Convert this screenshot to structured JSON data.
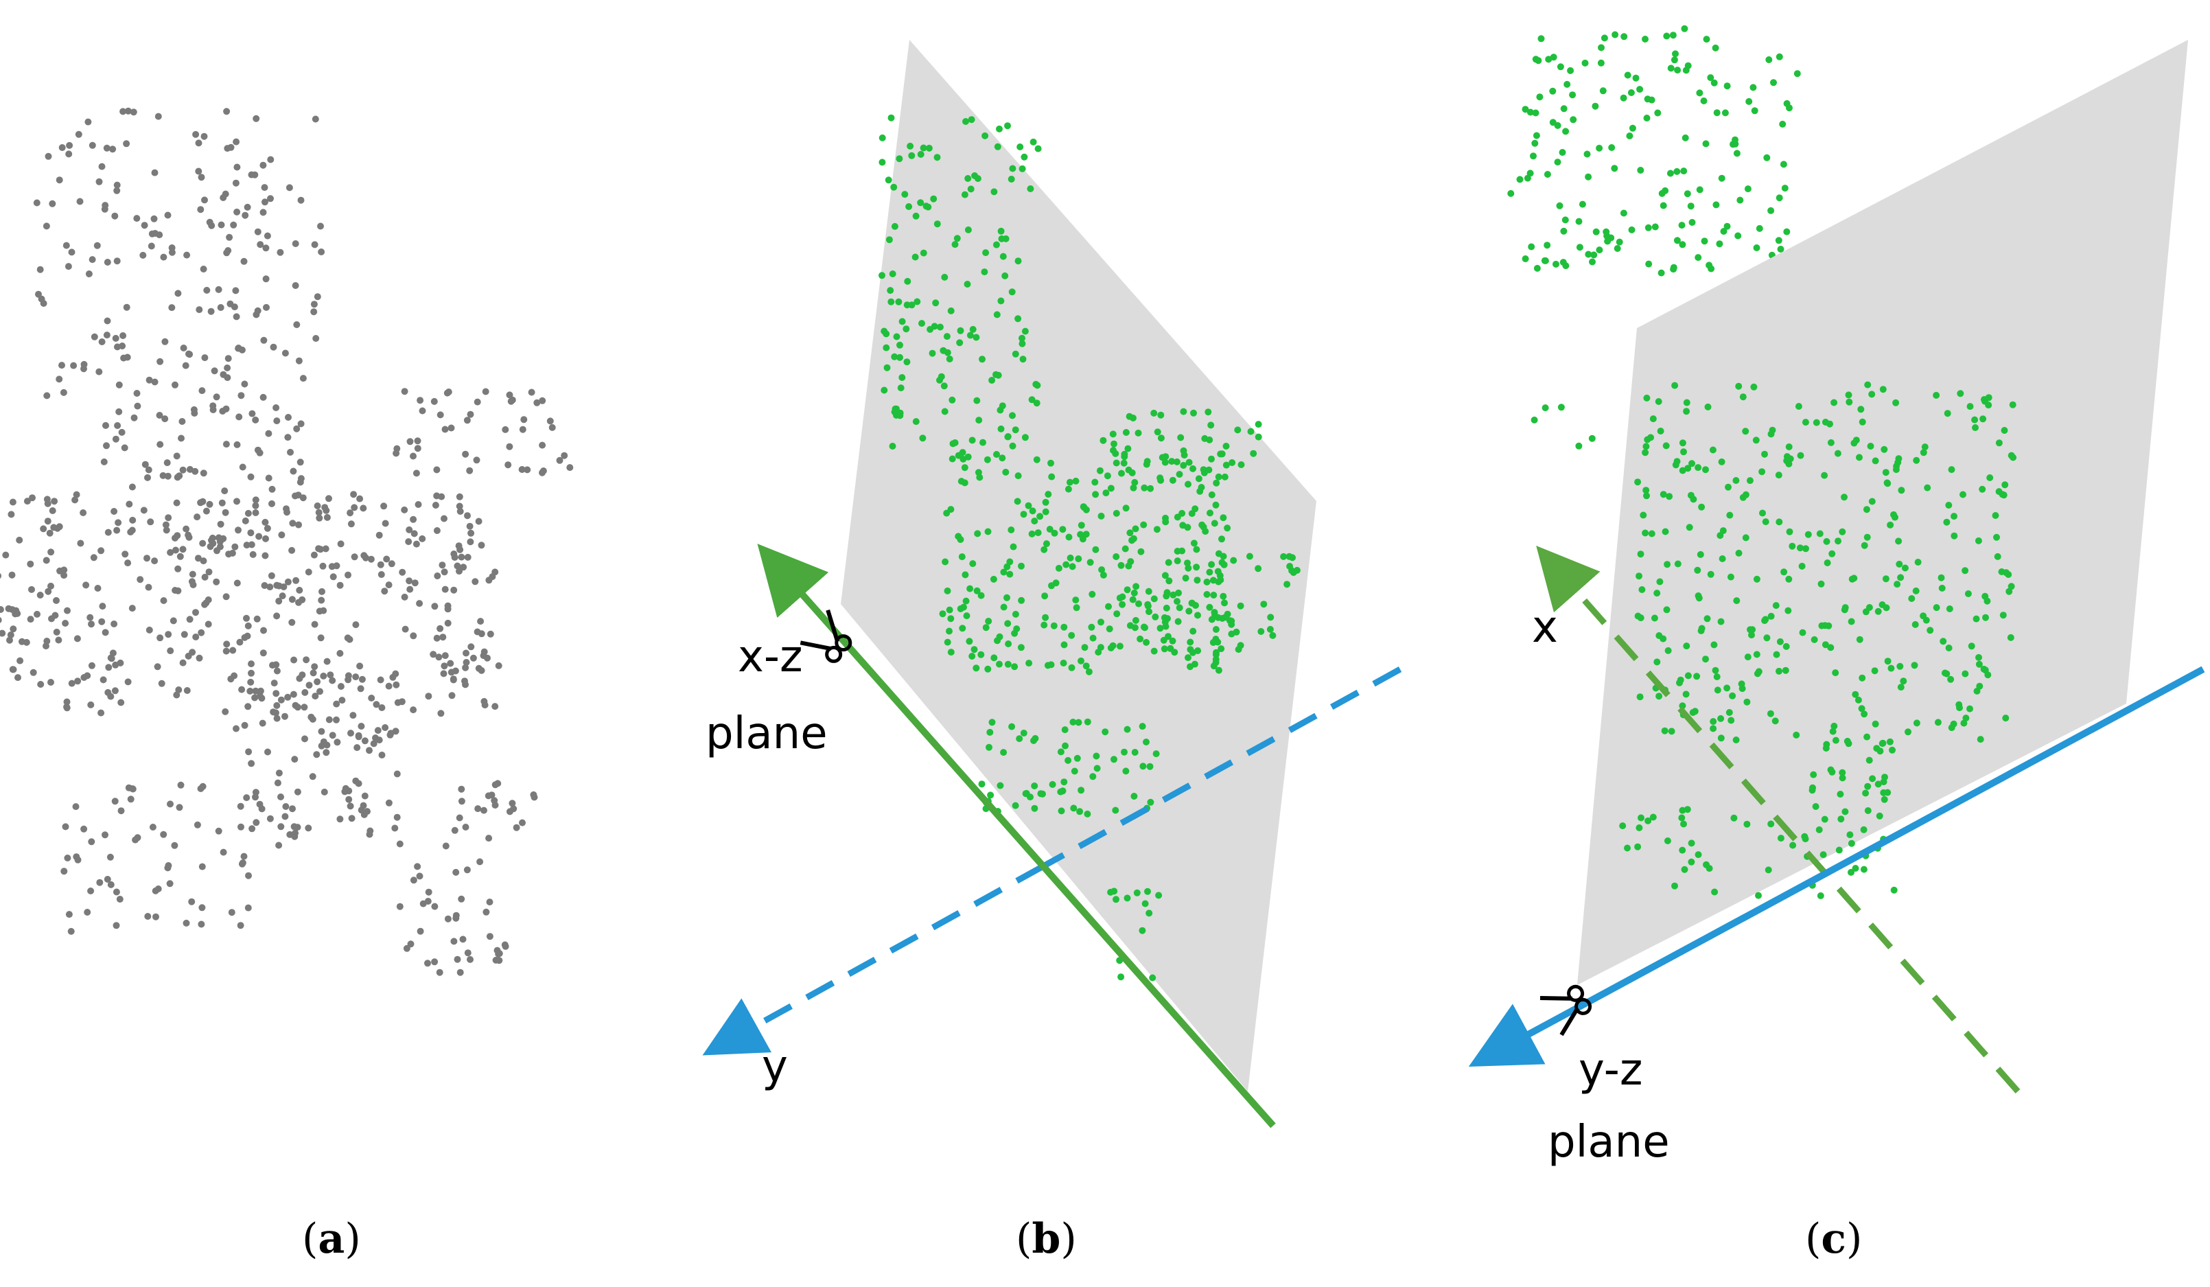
{
  "colors": {
    "gray_points": "#7a7a7a",
    "green_points": "#1fbf3b",
    "plane_fill": "#dcdcdc",
    "green_axis": "#4aa83c",
    "blue_axis": "#2596d6",
    "dashed_green": "#5aa840",
    "scissors": "#000000"
  },
  "panels": [
    {
      "label_open": "(",
      "label_letter": "a",
      "label_close": ")"
    },
    {
      "label_open": "(",
      "label_letter": "b",
      "label_close": ")"
    },
    {
      "label_open": "(",
      "label_letter": "c",
      "label_close": ")"
    }
  ],
  "panel_b": {
    "plane_label_line1": "x-z",
    "plane_label_line2": "plane",
    "axis_label": "y"
  },
  "panel_c": {
    "axis_label": "x",
    "plane_label_line1": "y-z",
    "plane_label_line2": "plane"
  },
  "icons": [
    "scissors-icon",
    "scissors-icon"
  ]
}
